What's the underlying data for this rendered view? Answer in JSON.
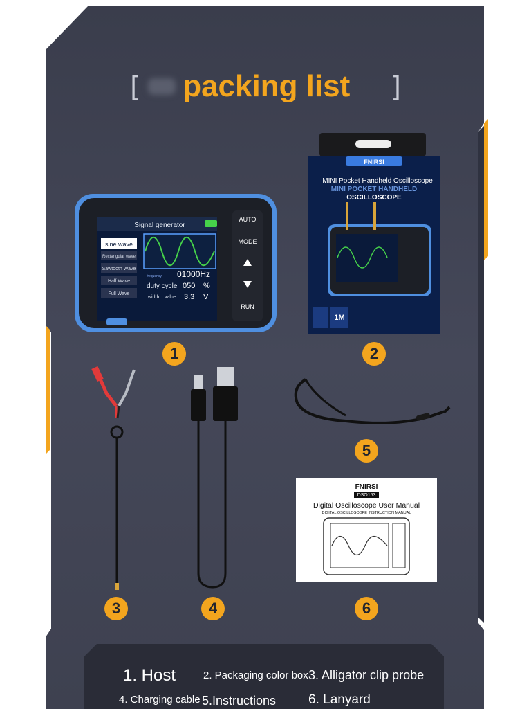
{
  "title": {
    "text": "packing list",
    "bracket_left": "[",
    "bracket_right": "]"
  },
  "colors": {
    "background": "#434656",
    "accent": "#f3a51e",
    "device_blue": "#4f8fe0",
    "screen": "#0a1a3a"
  },
  "device": {
    "screen_title": "Signal generator",
    "waves": [
      "sine wave",
      "Rectangular wave",
      "Sawtooth Wave",
      "Half Wave",
      "Full Wave"
    ],
    "freq_label": "frequency",
    "freq_value": "01000Hz",
    "duty_label": "duty cycle",
    "duty_value": "050",
    "duty_unit": "%",
    "width_label": "width",
    "value_label": "value",
    "value_value": "3.3",
    "value_unit": "V",
    "buttons": {
      "auto": "AUTO",
      "mode": "MODE",
      "run": "RUN"
    }
  },
  "box": {
    "brand": "FNIRSI",
    "line1": "MINI Pocket Handheld Oscilloscope",
    "line2": "MINI POCKET HANDHELD",
    "line3": "OSCILLOSCOPE",
    "spec": "1M"
  },
  "manual": {
    "brand": "FNIRSI",
    "model": "DSO153",
    "title": "Digital Oscilloscope User Manual",
    "subtitle": "DIGITAL OSCILLOSCOPE INSTRUCTION MANUAL"
  },
  "badges": [
    "1",
    "2",
    "3",
    "4",
    "5",
    "6"
  ],
  "legend": {
    "item1": "1. Host",
    "item2": "2. Packaging color box",
    "item3": "3. Alligator clip probe",
    "item4": "4. Charging cable",
    "item5": "5.Instructions",
    "item6": "6. Lanyard"
  }
}
